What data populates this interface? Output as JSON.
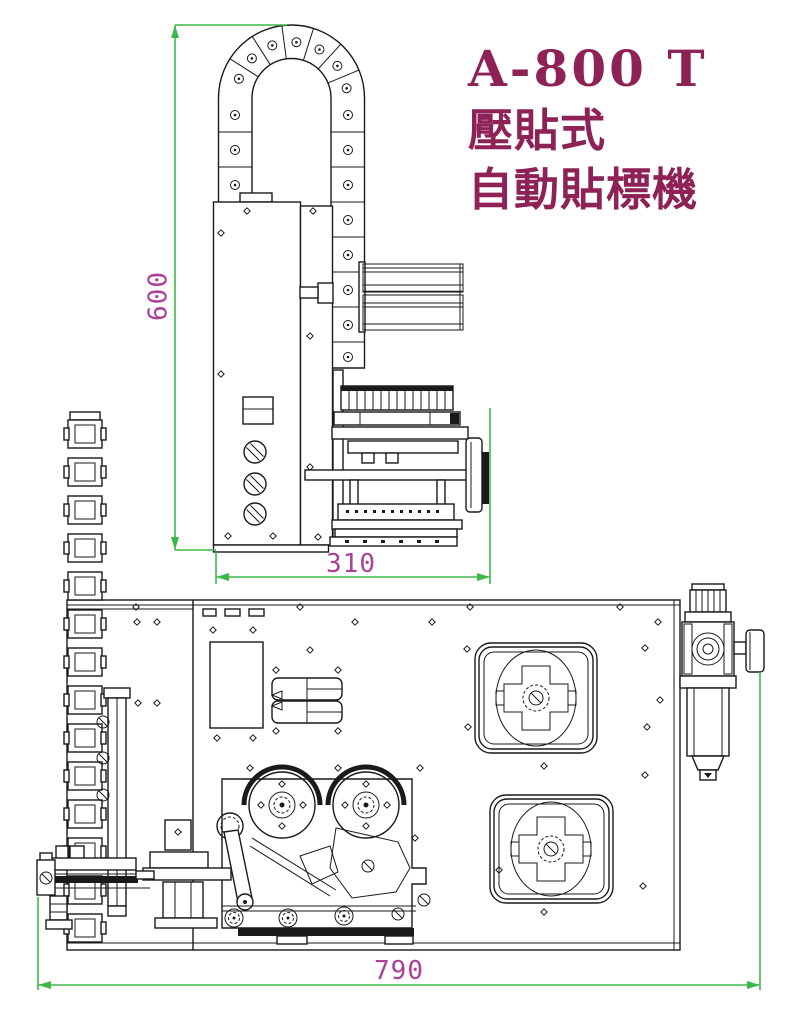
{
  "title": {
    "model": "A-800 T",
    "type_line": "壓貼式",
    "name_line": "自動貼標機"
  },
  "dimensions": {
    "column_height": "600",
    "head_width": "310",
    "base_width": "790"
  },
  "colors": {
    "title_text": "#8E2156",
    "dim_text": "#AC4098",
    "dim_line": "#3DB74A",
    "line": "#1A1A1A",
    "bg": "#FFFFFF"
  }
}
